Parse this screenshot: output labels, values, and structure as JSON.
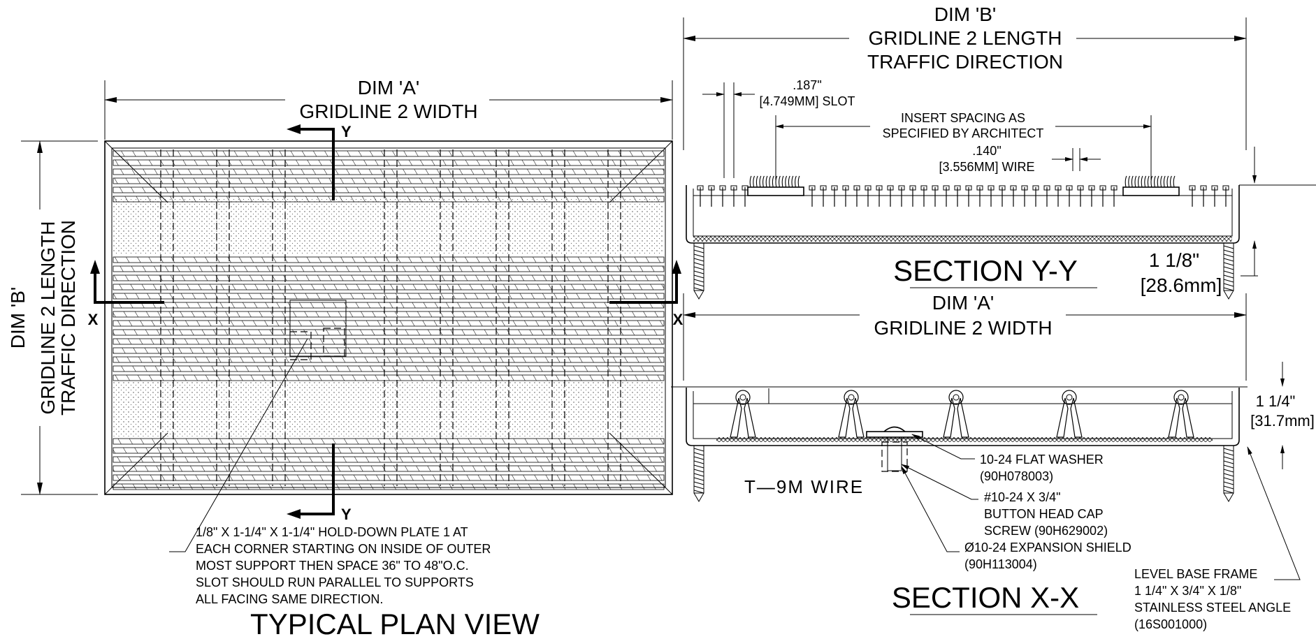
{
  "plan": {
    "dim_a_label": "DIM 'A'",
    "dim_a_sub": "GRIDLINE 2 WIDTH",
    "dim_b_label": "DIM 'B'",
    "dim_b_sub1": "GRIDLINE 2 LENGTH",
    "dim_b_sub2": "TRAFFIC DIRECTION",
    "cut_y": "Y",
    "cut_x": "X",
    "note_lines": [
      "1/8\" X 1-1/4\" X 1-1/4\" HOLD-DOWN PLATE 1 AT",
      "EACH CORNER STARTING ON INSIDE OF OUTER",
      "MOST SUPPORT THEN SPACE 36\" TO 48\"O.C.",
      "SLOT SHOULD RUN PARALLEL TO SUPPORTS",
      "ALL FACING SAME DIRECTION."
    ],
    "title": "TYPICAL PLAN VIEW"
  },
  "section_yy": {
    "dim_b_label": "DIM 'B'",
    "dim_b_sub1": "GRIDLINE 2 LENGTH",
    "dim_b_sub2": "TRAFFIC DIRECTION",
    "slot_1": ".187\"",
    "slot_2": "[4.749MM] SLOT",
    "insert_1": "INSERT SPACING AS",
    "insert_2": "SPECIFIED BY ARCHITECT",
    "wire_1": ".140\"",
    "wire_2": "[3.556MM] WIRE",
    "height_1": "1 1/8\"",
    "height_2": "[28.6mm]",
    "title": "SECTION Y-Y"
  },
  "section_xx": {
    "dim_a_label": "DIM 'A'",
    "dim_a_sub": "GRIDLINE 2 WIDTH",
    "height_1": "1 1/4\"",
    "height_2": "[31.7mm]",
    "wire_note": "T—9M  WIRE",
    "washer_1": "10-24 FLAT WASHER",
    "washer_2": "(90H078003)",
    "screw_1": "#10-24 X 3/4\"",
    "screw_2": "BUTTON HEAD CAP",
    "screw_3": "SCREW (90H629002)",
    "shield_1": "Ø10-24 EXPANSION SHIELD",
    "shield_2": "(90H113004)",
    "frame_1": "LEVEL BASE FRAME",
    "frame_2": "1 1/4\" X 3/4\" X 1/8\"",
    "frame_3": "STAINLESS STEEL ANGLE",
    "frame_4": "(16S001000)",
    "title": "SECTION X-X"
  }
}
